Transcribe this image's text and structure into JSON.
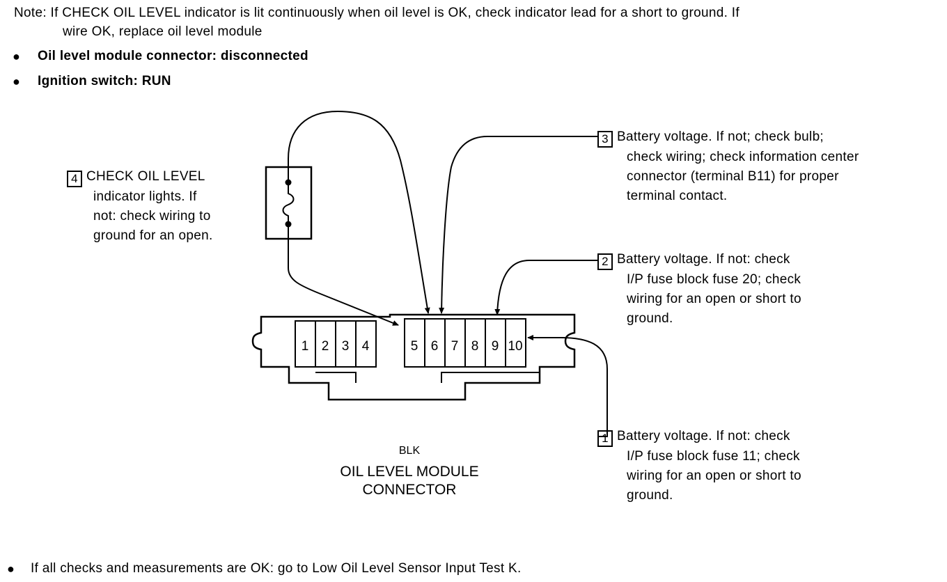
{
  "note": {
    "line1": "Note: If CHECK OIL LEVEL indicator is lit continuously when oil level is OK, check indicator lead for a short to ground. If",
    "line2": "wire OK, replace oil level module"
  },
  "conditions": [
    "Oil level module connector: disconnected",
    "Ignition switch:  RUN"
  ],
  "callouts": {
    "c4": {
      "num": "4",
      "lines": [
        "CHECK OIL LEVEL",
        "indicator lights. If",
        "not: check wiring to",
        "ground for an open."
      ]
    },
    "c3": {
      "num": "3",
      "lines": [
        "Battery voltage. If not; check bulb;",
        "check wiring; check information center",
        "connector (terminal B11) for proper",
        "terminal contact."
      ]
    },
    "c2": {
      "num": "2",
      "lines": [
        "Battery voltage. If not: check",
        "I/P fuse block fuse 20; check",
        "wiring for an open or short to",
        "ground."
      ]
    },
    "c1": {
      "num": "1",
      "lines": [
        "Battery voltage. If not: check",
        "I/P fuse block fuse 11; check",
        "wiring for an open or short to",
        "ground."
      ]
    }
  },
  "connector": {
    "color_label": "BLK",
    "title_line1": "OIL LEVEL MODULE",
    "title_line2": "CONNECTOR",
    "terminals": [
      "1",
      "2",
      "3",
      "4",
      "5",
      "6",
      "7",
      "8",
      "9",
      "10"
    ]
  },
  "footer": "If all checks and measurements are OK: go to Low Oil Level Sensor Input Test K."
}
